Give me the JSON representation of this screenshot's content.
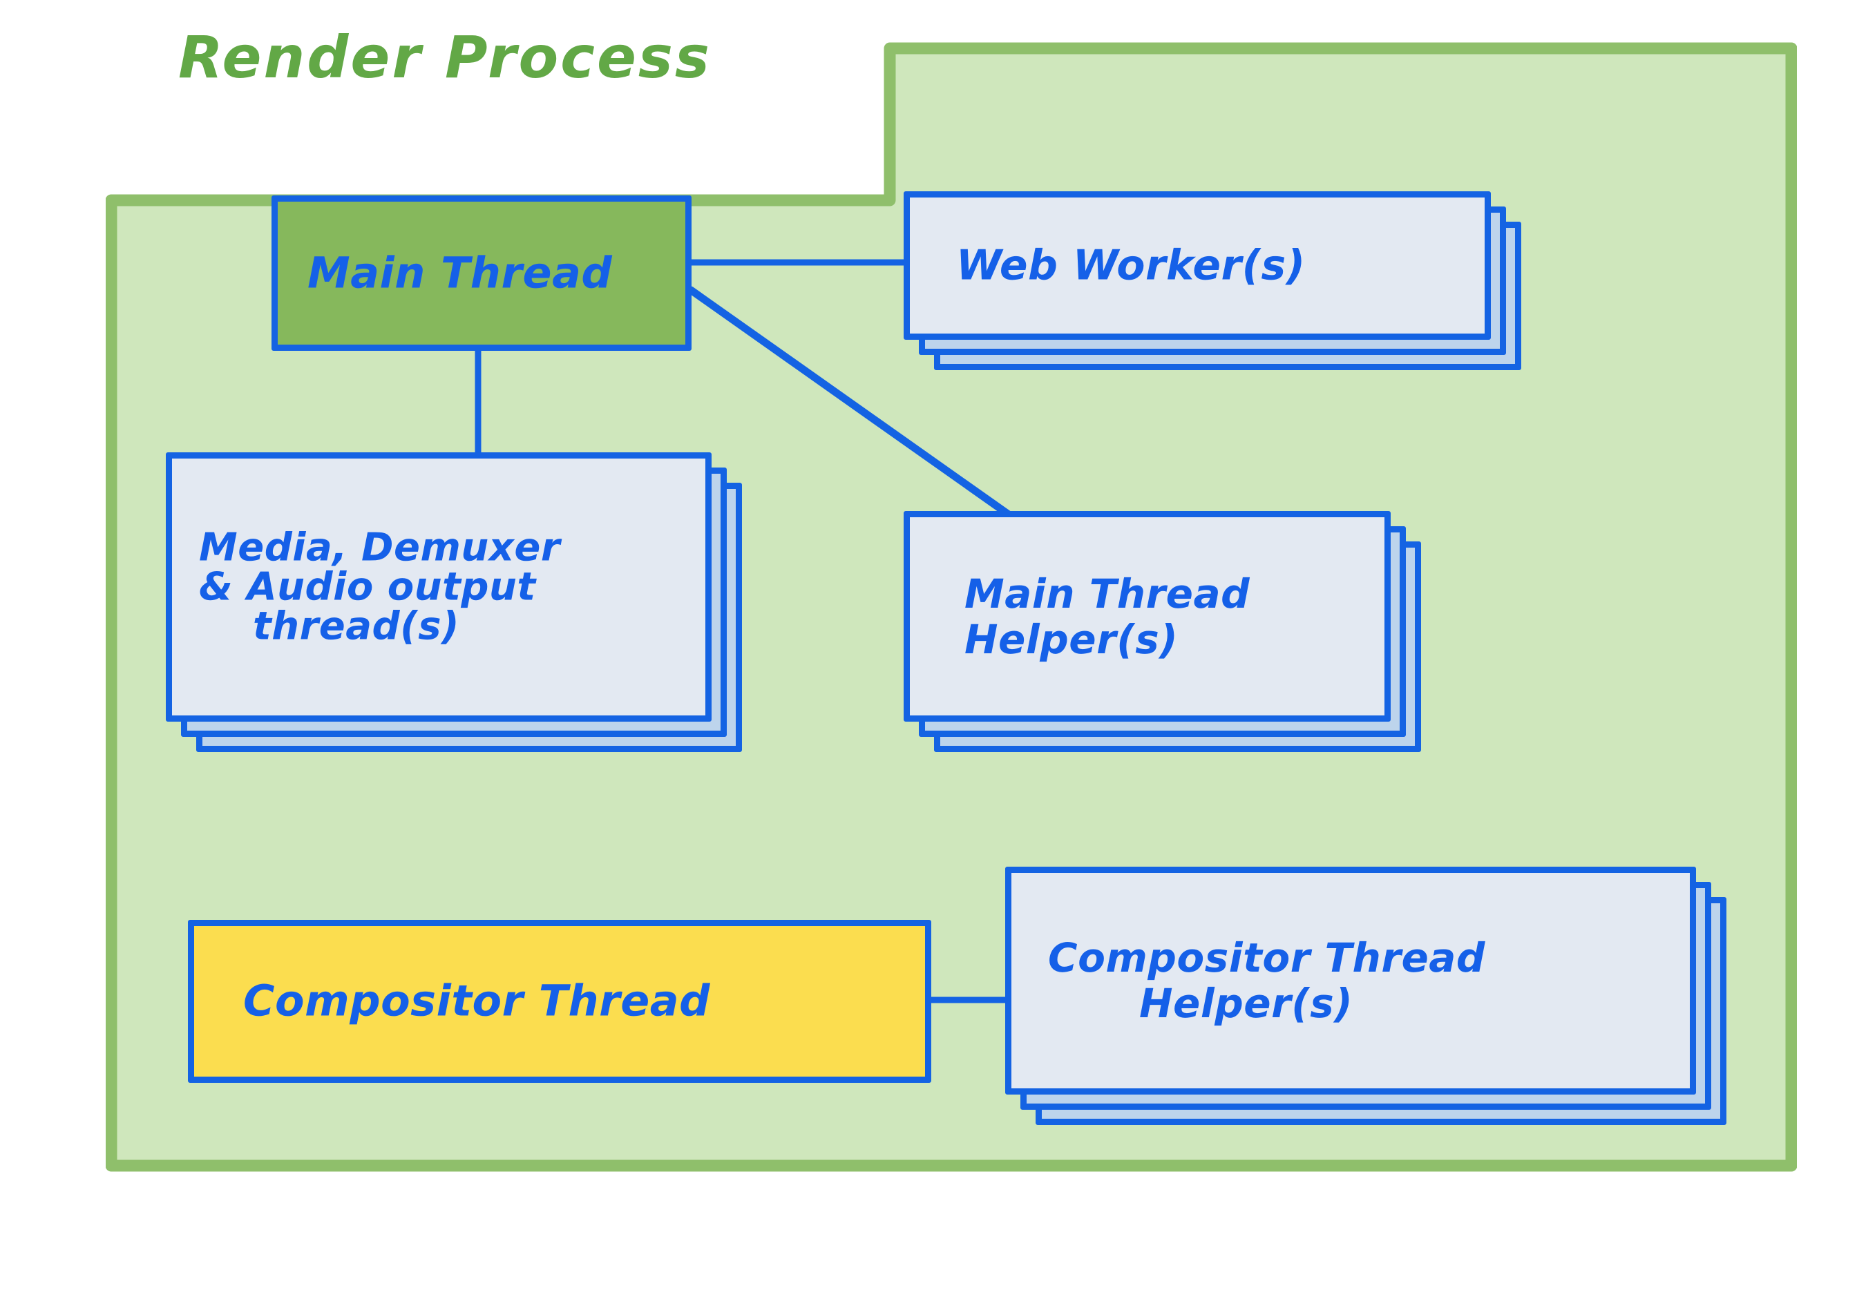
{
  "diagram": {
    "title": "Render Process",
    "colors": {
      "container_fill": "#CFE7BC",
      "container_border": "#8FBF6B",
      "title_text": "#62A846",
      "box_border": "#1463E3",
      "box_fill_light": "#E3E9F2",
      "box_fill_stack": "#BDD4EC",
      "main_thread_fill": "#86B85C",
      "compositor_thread_fill": "#FBDD4F",
      "label_text": "#1560E8"
    },
    "nodes": {
      "main_thread": {
        "label": "Main Thread",
        "stacked": false,
        "fill": "#86B85C"
      },
      "web_worker": {
        "label": "Web Worker(s)",
        "stacked": true,
        "stack_count": 3,
        "fill": "#E3E9F2"
      },
      "media_demuxer": {
        "line1": "Media, Demuxer",
        "line2": "& Audio output",
        "line3": "thread(s)",
        "stacked": true,
        "stack_count": 3,
        "fill": "#E3E9F2"
      },
      "main_thread_helper": {
        "line1": "Main Thread",
        "line2": "Helper(s)",
        "stacked": true,
        "stack_count": 3,
        "fill": "#E3E9F2"
      },
      "compositor_thread": {
        "label": "Compositor Thread",
        "stacked": false,
        "fill": "#FBDD4F"
      },
      "compositor_thread_helper": {
        "line1": "Compositor Thread",
        "line2": "Helper(s)",
        "stacked": true,
        "stack_count": 3,
        "fill": "#E3E9F2"
      }
    },
    "connections": [
      {
        "from": "main_thread",
        "to": "web_worker",
        "kind": "horizontal"
      },
      {
        "from": "main_thread",
        "to": "main_thread_helper",
        "kind": "diagonal"
      },
      {
        "from": "main_thread",
        "to": "media_demuxer",
        "kind": "vertical"
      },
      {
        "from": "compositor_thread",
        "to": "compositor_thread_helper",
        "kind": "horizontal"
      }
    ]
  }
}
